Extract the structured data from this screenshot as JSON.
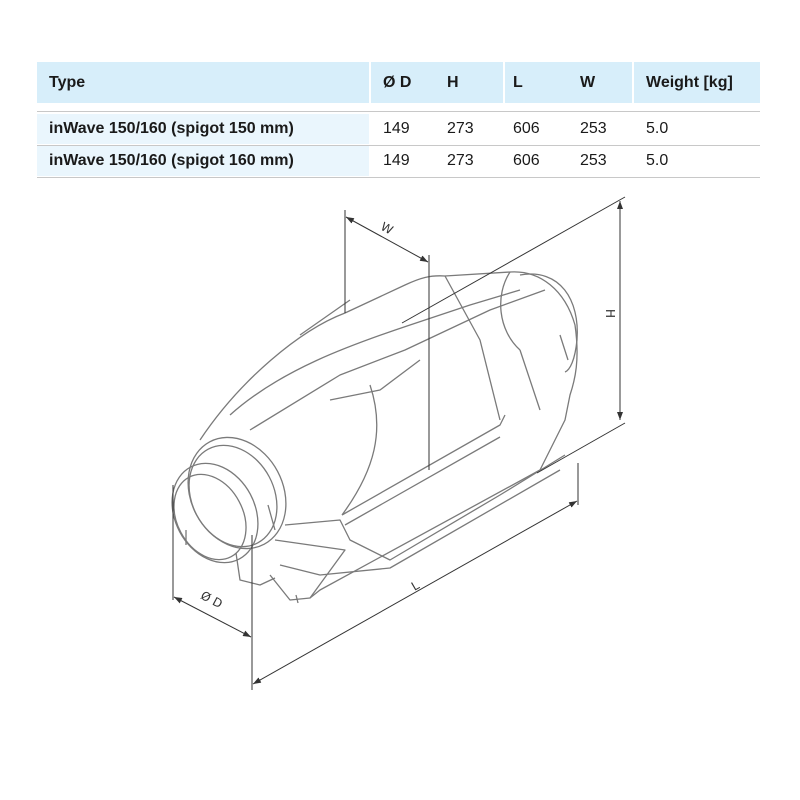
{
  "table": {
    "headers": [
      "Type",
      "Ø D",
      "H",
      "L",
      "W",
      "Weight [kg]"
    ],
    "rows": [
      [
        "inWave 150/160 (spigot 150 mm)",
        "149",
        "273",
        "606",
        "253",
        "5.0"
      ],
      [
        "inWave 150/160 (spigot 160 mm)",
        "149",
        "273",
        "606",
        "253",
        "5.0"
      ]
    ]
  },
  "drawing": {
    "labels": {
      "w": "W",
      "h": "H",
      "l": "L",
      "d": "Ø D"
    }
  },
  "colors": {
    "header_bg": "#d7eefa",
    "first_col_bg": "#eaf6fd"
  }
}
